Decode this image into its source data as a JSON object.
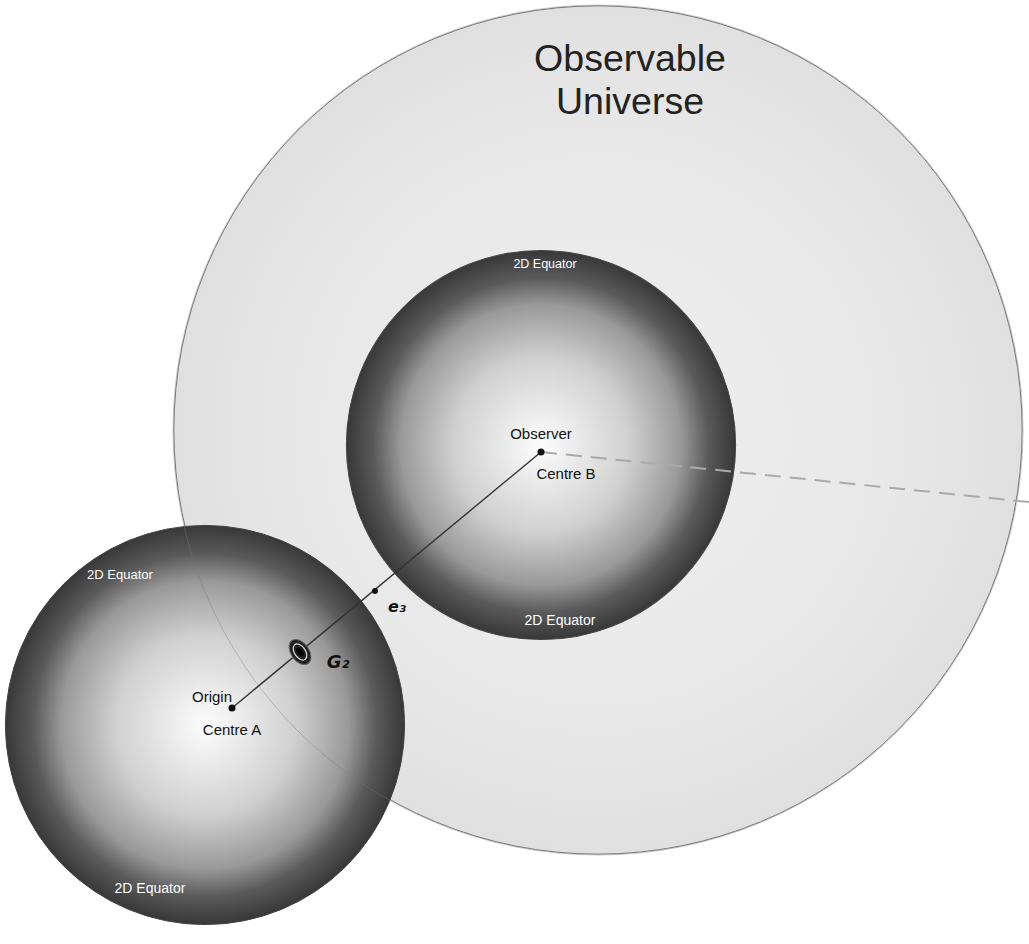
{
  "diagram": {
    "nodes": [
      {
        "text": [
          "Observable Universe"
        ]
      },
      {
        "text": [
          "2D Equator",
          "Observer",
          "Centre B",
          "2D Equator"
        ],
        "in": 0
      },
      {
        "text": [
          "2D Equator",
          "Origin",
          "Centre A",
          "G₂",
          "2D Equator"
        ]
      }
    ],
    "labels": [
      "e₃"
    ]
  }
}
